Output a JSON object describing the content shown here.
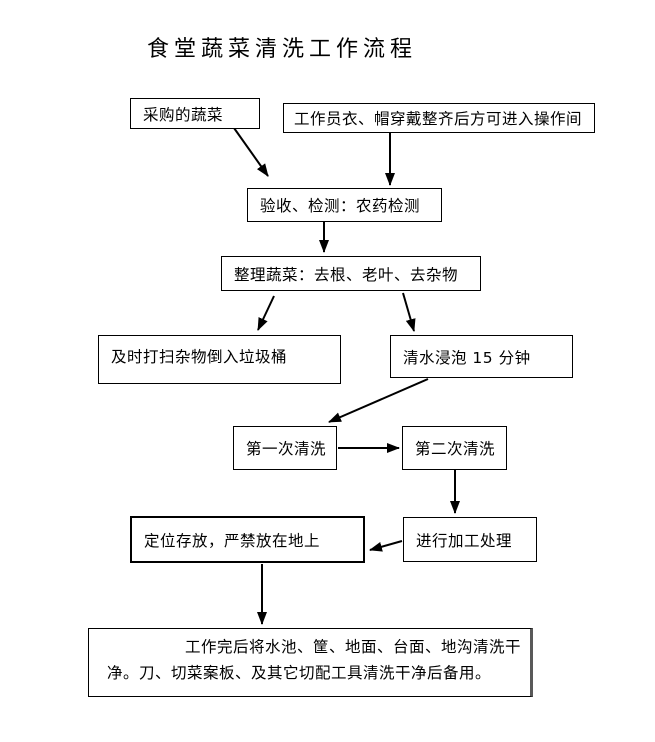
{
  "title": "食堂蔬菜清洗工作流程",
  "colors": {
    "line": "#000000",
    "text": "#000000",
    "background": "#ffffff",
    "cleanup_box_shadow": "#595959"
  },
  "nodes": {
    "purchase": {
      "label": "采购的蔬菜"
    },
    "staff": {
      "label": "工作员衣、帽穿戴整齐后方可进入操作间"
    },
    "inspect": {
      "label": "验收、检测：农药检测"
    },
    "sort": {
      "label": "整理蔬菜：去根、老叶、去杂物"
    },
    "trash": {
      "label": "及时打扫杂物倒入垃圾桶"
    },
    "soak": {
      "label": "清水浸泡 15 分钟"
    },
    "wash1": {
      "label": "第一次清洗"
    },
    "wash2": {
      "label": "第二次清洗"
    },
    "process": {
      "label": "进行加工处理"
    },
    "store": {
      "label": "定位存放，严禁放在地上"
    },
    "cleanup": {
      "label": "工作完后将水池、筐、地面、台面、地沟清洗干净。刀、切菜案板、及其它切配工具清洗干净后备用。"
    }
  },
  "edges": [
    {
      "from": "purchase",
      "to": "inspect"
    },
    {
      "from": "staff",
      "to": "inspect"
    },
    {
      "from": "inspect",
      "to": "sort"
    },
    {
      "from": "sort",
      "to": "trash"
    },
    {
      "from": "sort",
      "to": "soak"
    },
    {
      "from": "soak",
      "to": "wash1"
    },
    {
      "from": "wash1",
      "to": "wash2"
    },
    {
      "from": "wash2",
      "to": "process"
    },
    {
      "from": "process",
      "to": "store"
    },
    {
      "from": "store",
      "to": "cleanup"
    }
  ]
}
